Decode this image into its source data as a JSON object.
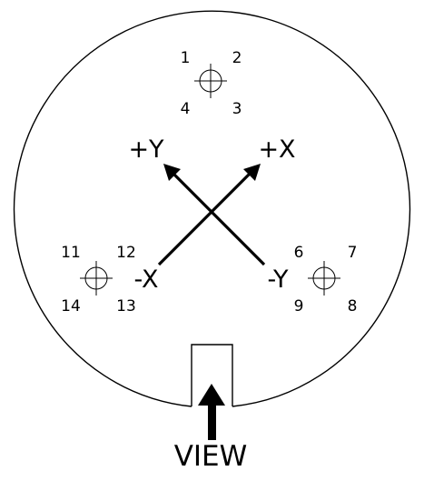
{
  "diagram": {
    "view_label": "VIEW",
    "axes": {
      "plus_y": "+Y",
      "plus_x": "+X",
      "minus_x": "-X",
      "minus_y": "-Y"
    },
    "top_target": {
      "tl": "1",
      "tr": "2",
      "bl": "4",
      "br": "3"
    },
    "left_target": {
      "tl": "11",
      "tr": "12",
      "bl": "14",
      "br": "13"
    },
    "right_target": {
      "tl": "6",
      "tr": "7",
      "bl": "9",
      "br": "8"
    }
  }
}
